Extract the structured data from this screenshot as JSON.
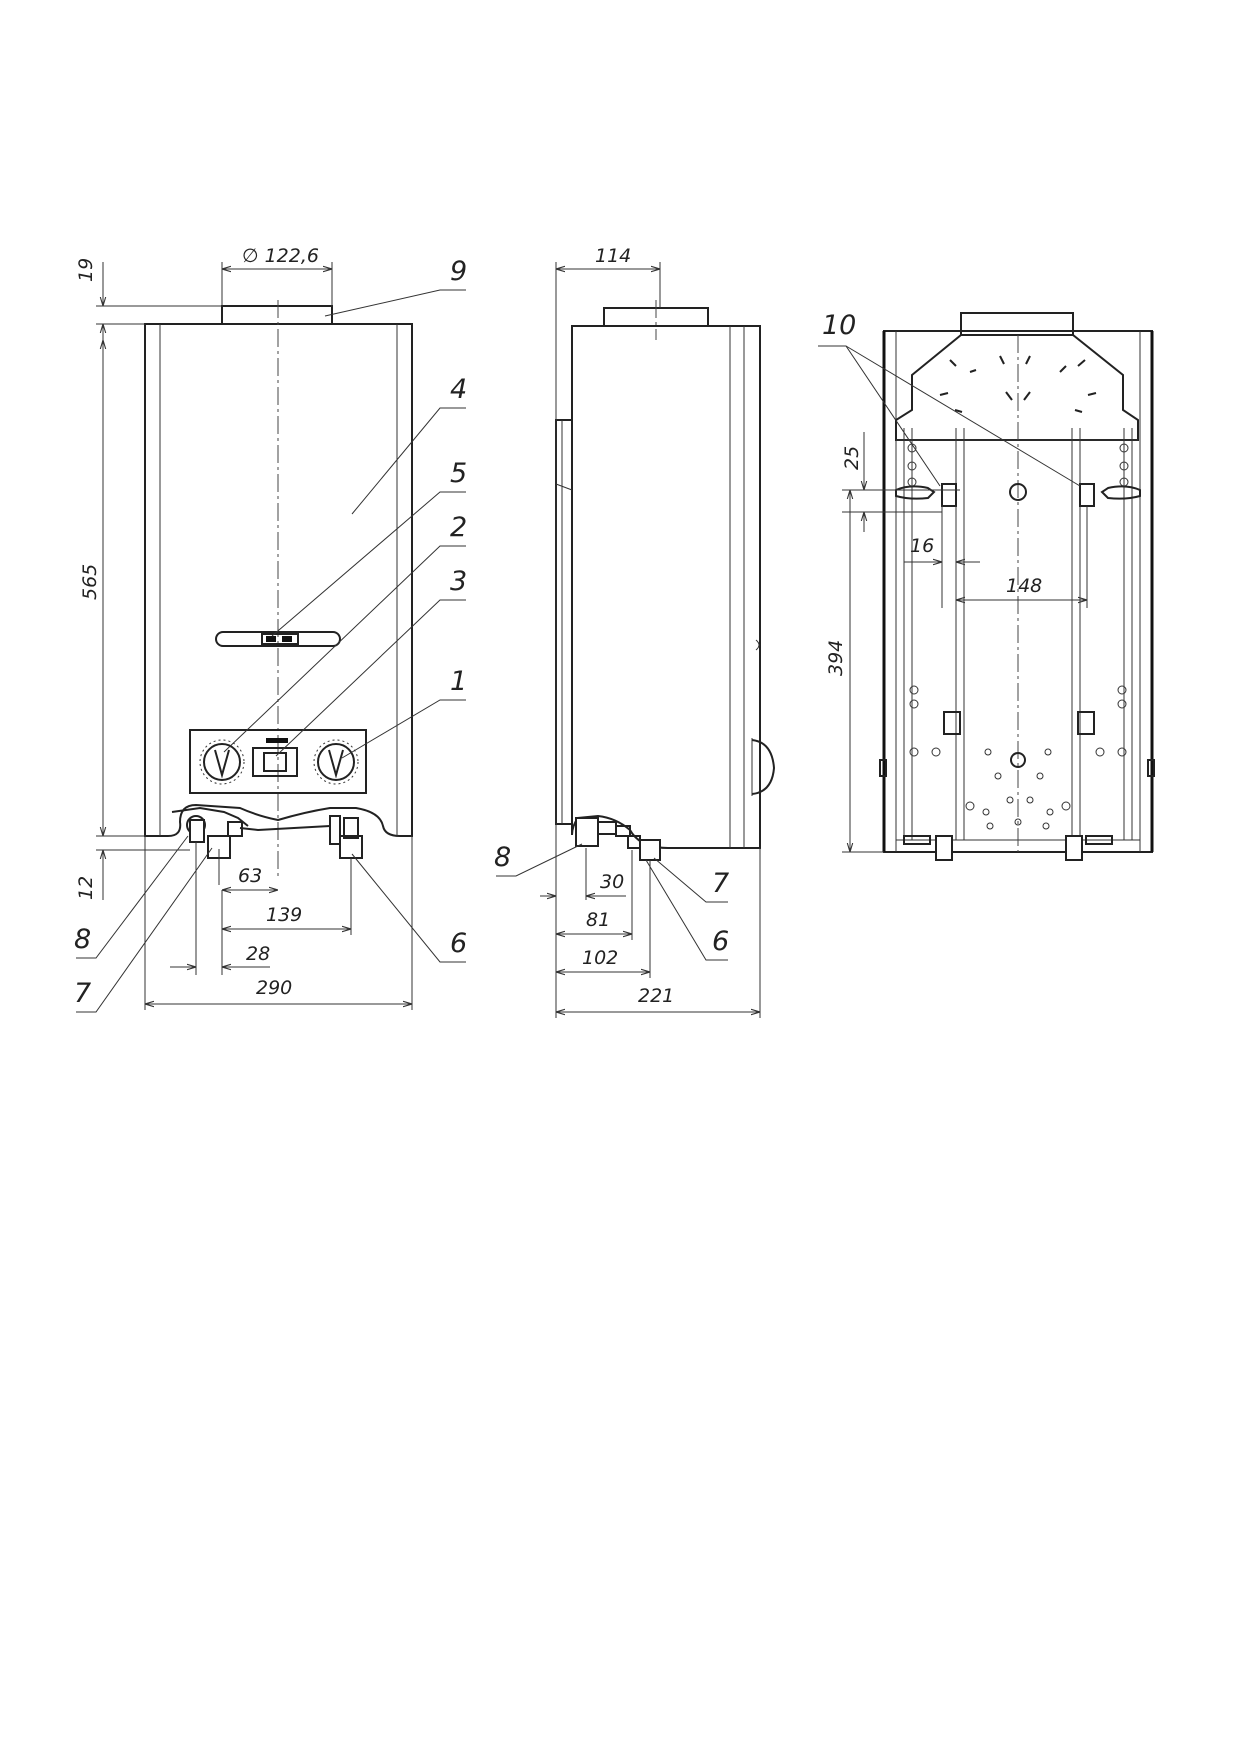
{
  "front_view": {
    "dims": {
      "flue_diameter": "∅ 122,6",
      "top_offset": "19",
      "height": "565",
      "bottom_offset": "12",
      "d63": "63",
      "d139": "139",
      "d28": "28",
      "width": "290"
    },
    "labels": [
      "9",
      "4",
      "5",
      "2",
      "3",
      "1",
      "8",
      "7",
      "6"
    ]
  },
  "side_view": {
    "dims": {
      "flue_offset": "114",
      "d30": "30",
      "d81": "81",
      "d102": "102",
      "depth": "221"
    },
    "labels": [
      "8",
      "7",
      "6"
    ]
  },
  "rear_view": {
    "dims": {
      "d25": "25",
      "d16": "16",
      "d148": "148",
      "d394": "394"
    },
    "labels": [
      "10"
    ]
  },
  "colors": {
    "line": "#222222",
    "background": "#ffffff"
  }
}
